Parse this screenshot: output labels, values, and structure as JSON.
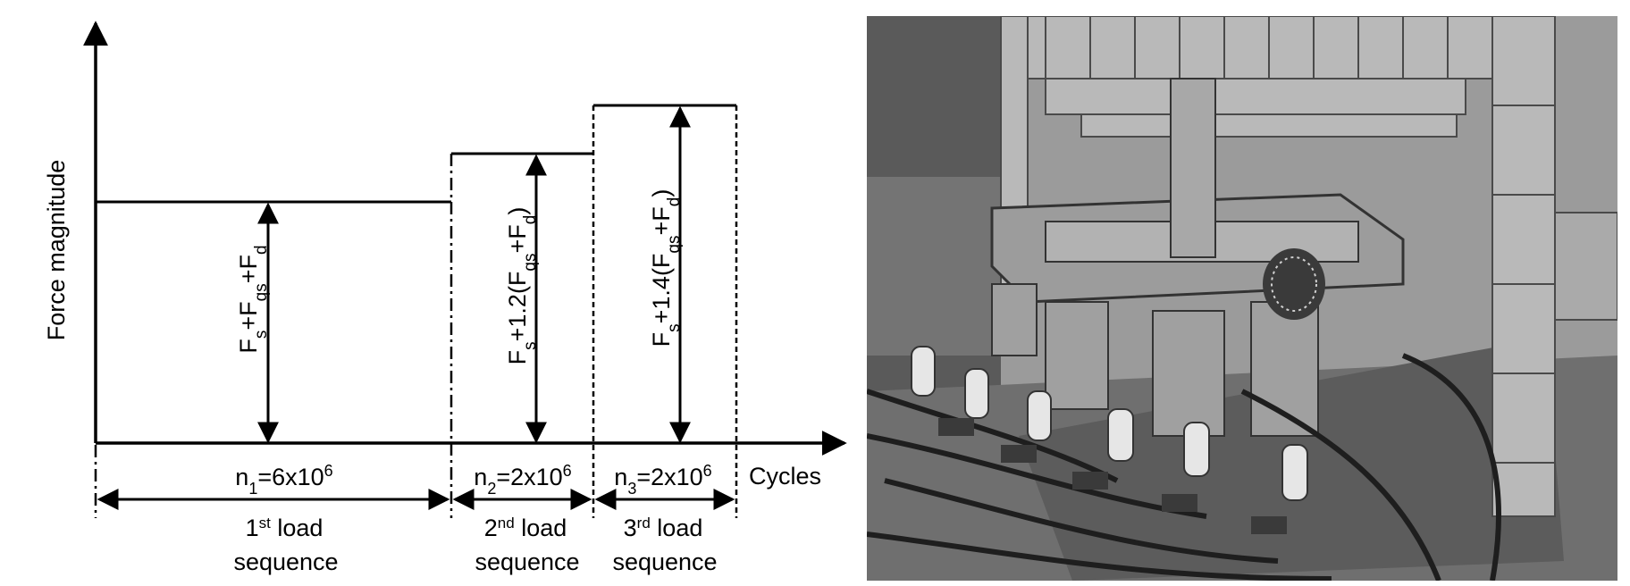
{
  "diagram": {
    "y_axis_label": "Force magnitude",
    "x_axis_label": "Cycles",
    "segments": [
      {
        "level": 1.0,
        "force_main": "F",
        "force_main_sub": "s",
        "force_plus1": "+F",
        "force_sub1": "qs",
        "force_plus2": "+F",
        "force_sub2": "d",
        "force_tail": "",
        "cycles_prefix": "n",
        "cycles_sub": "1",
        "cycles_body": "=6x10",
        "cycles_exp": "6",
        "seq_ordinal": "1",
        "seq_suffix": "st",
        "seq_word": " load",
        "seq_line2": "sequence"
      },
      {
        "level": 1.2,
        "force_main": "F",
        "force_main_sub": "s",
        "force_plus1": "+1.2(F",
        "force_sub1": "qs",
        "force_plus2": "+F",
        "force_sub2": "d",
        "force_tail": ")",
        "cycles_prefix": "n",
        "cycles_sub": "2",
        "cycles_body": "=2x10",
        "cycles_exp": "6",
        "seq_ordinal": "2",
        "seq_suffix": "nd",
        "seq_word": " load",
        "seq_line2": "sequence"
      },
      {
        "level": 1.4,
        "force_main": "F",
        "force_main_sub": "s",
        "force_plus1": "+1.4(F",
        "force_sub1": "qs",
        "force_plus2": "+F",
        "force_sub2": "d",
        "force_tail": ")",
        "cycles_prefix": "n",
        "cycles_sub": "3",
        "cycles_body": "=2x10",
        "cycles_exp": "6",
        "seq_ordinal": "3",
        "seq_suffix": "rd",
        "seq_word": " load",
        "seq_line2": "sequence"
      }
    ]
  },
  "photo": {
    "colors": {
      "sky": "#9b9b9b",
      "frame": "#b9b9b9",
      "dark": "#3a3a3a",
      "floor": "#6f6f6f",
      "actuator": "#e6e6e6"
    }
  }
}
